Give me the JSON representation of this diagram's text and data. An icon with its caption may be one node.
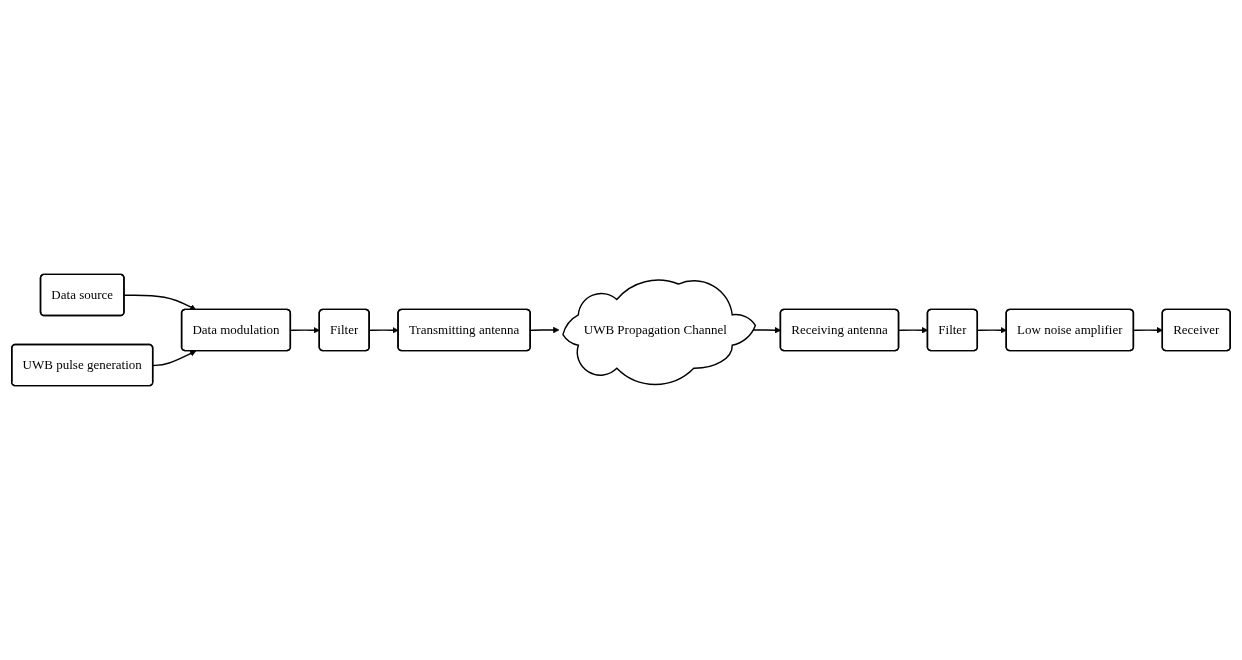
{
  "diagram": {
    "nodes": [
      {
        "text": [
          "Data source"
        ]
      },
      {
        "text": [
          "Data modulation"
        ]
      },
      {
        "text": [
          "Filter"
        ]
      },
      {
        "text": [
          "Transmitting antenna"
        ]
      },
      {
        "text": [
          "UWB pulse generation"
        ]
      },
      {
        "text": [
          "UWB Propagation Channel"
        ]
      },
      {
        "text": [
          "Receiving antenna"
        ]
      },
      {
        "text": [
          "Filter"
        ]
      },
      {
        "text": [
          "Low noise amplifier"
        ]
      },
      {
        "text": [
          "Receiver"
        ]
      }
    ],
    "edges": [
      {
        "from": 0,
        "to": 1,
        "arrow": "to"
      },
      {
        "from": 1,
        "to": 2,
        "arrow": "to"
      },
      {
        "from": 2,
        "to": 3,
        "arrow": "to"
      },
      {
        "from": 4,
        "to": 1,
        "arrow": "to"
      },
      {
        "from": 3,
        "to": 5,
        "arrow": "to"
      },
      {
        "from": 5,
        "to": 6,
        "arrow": "to"
      },
      {
        "from": 6,
        "to": 7,
        "arrow": "to"
      },
      {
        "from": 7,
        "to": 8,
        "arrow": "to"
      },
      {
        "from": 8,
        "to": 9,
        "arrow": "to"
      }
    ]
  }
}
